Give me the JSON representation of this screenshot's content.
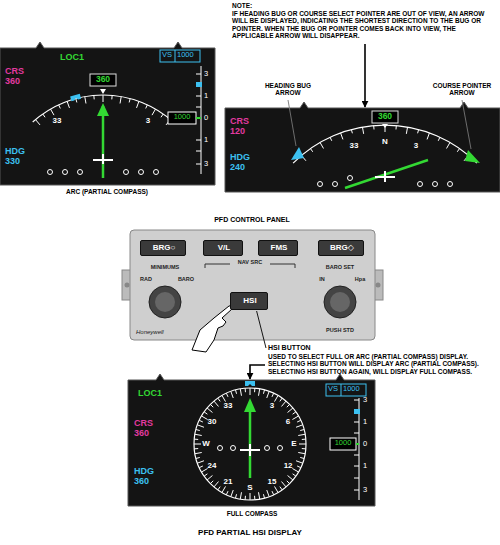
{
  "diagram": {
    "caption": "PFD PARTIAL HSI DISPLAY",
    "nodes": [
      {
        "text": [
          "LOC1",
          "360",
          "CRS 360",
          "HDG 330",
          "VS",
          "1000",
          "1000",
          "ARC (PARTIAL COMPASS)"
        ]
      },
      {
        "text": [
          "NOTE:",
          "IF HEADING BUG OR COURSE SELECT POINTER ARE OUT OF VIEW, AN ARROW WILL BE DISPLAYED, INDICATING THE SHORTEST DIRECTION TO THE BUG OR POINTER. WHEN THE BUG OR POINTER COMES BACK INTO VIEW, THE APPLICABLE ARROW WILL DISAPPEAR."
        ]
      },
      {
        "text": [
          "360",
          "CRS 120",
          "HDG 240"
        ]
      },
      {
        "text": [
          "PFD CONTROL PANEL"
        ]
      },
      {
        "text": [
          "BRG○"
        ],
        "in": 3
      },
      {
        "text": [
          "V/L"
        ],
        "in": 3
      },
      {
        "text": [
          "FMS"
        ],
        "in": 3
      },
      {
        "text": [
          "BRG◇"
        ],
        "in": 3
      },
      {
        "text": [
          "HSI"
        ],
        "in": 3
      },
      {
        "text": [
          "HSI BUTTON",
          "USED TO SELECT FULL OR ARC (PARTIAL COMPASS) DISPLAY. SELECTING HSI BUTTON WILL DISPLAY ARC (PARTIAL COMPASS). SELECTING HSI BUTTON AGAIN, WILL DISPLAY FULL COMPASS."
        ]
      },
      {
        "text": [
          "LOC1",
          "CRS 360",
          "HDG 360",
          "VS",
          "1000",
          "1000",
          "FULL COMPASS"
        ]
      }
    ],
    "edges": [
      {
        "from": 1,
        "to": 2,
        "arrow": "to"
      },
      {
        "from": 9,
        "to": 8,
        "arrow": "none"
      },
      {
        "from": 9,
        "to": 10,
        "arrow": "to"
      }
    ],
    "labels": [
      "33",
      "3",
      "3",
      "1",
      "0",
      "1",
      "3",
      "33",
      "N",
      "3",
      "HEADING BUG ARROW",
      "COURSE POINTER ARROW",
      "MINIMUMS",
      "RAD",
      "BARO",
      "NAV SRC",
      "BARO SET",
      "IN",
      "Hpa",
      "PUSH STD",
      "Honeywell",
      "3",
      "6",
      "E",
      "12",
      "15",
      "S",
      "21",
      "24",
      "W",
      "30",
      "33",
      "3",
      "1",
      "0",
      "1",
      "3"
    ]
  }
}
